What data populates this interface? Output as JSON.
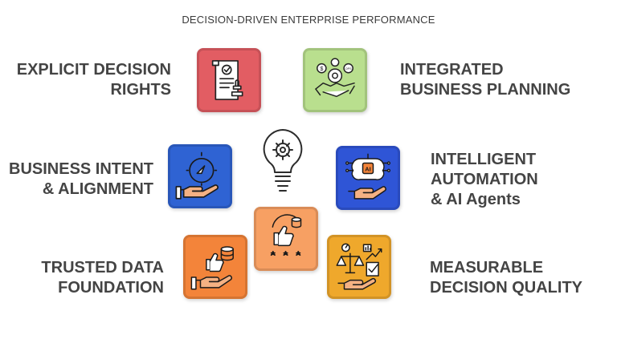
{
  "title": "DECISION-DRIVEN ENTERPRISE PERFORMANCE",
  "pillars": [
    {
      "lines": [
        "EXPLICIT DECISION",
        "RIGHTS"
      ],
      "icon": "decision-rights-document-icon",
      "color": "#e25d63"
    },
    {
      "lines": [
        "INTEGRATED",
        "BUSINESS PLANNING"
      ],
      "icon": "handshake-gears-icon",
      "color": "#b9df8e"
    },
    {
      "lines": [
        "BUSINESS INTENT",
        "& ALIGNMENT"
      ],
      "icon": "compass-hand-icon",
      "color": "#2f63d3"
    },
    {
      "lines": [
        "INTELLIGENT",
        "AUTOMATION",
        "& AI Agents"
      ],
      "icon": "ai-brain-hand-icon",
      "color": "#2f55d6",
      "chip_text": "AI"
    },
    {
      "lines": [
        "TRUSTED DATA",
        "FOUNDATION"
      ],
      "icon": "data-thumbs-up-hand-icon",
      "color": "#f3843a"
    },
    {
      "lines": [],
      "icon": "thumbs-up-stars-icon",
      "color": "#f7a063"
    },
    {
      "lines": [
        "MEASURABLE",
        "DECISION QUALITY"
      ],
      "icon": "scales-checklist-icon",
      "color": "#efa82c"
    }
  ],
  "center_icon": "lightbulb-gear-icon"
}
